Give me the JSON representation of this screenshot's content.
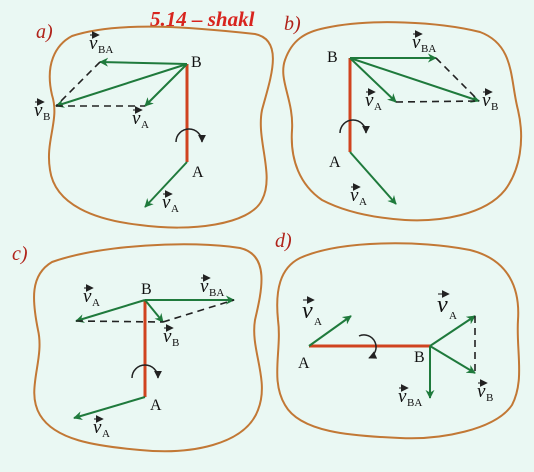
{
  "title": "5.14 – shakl",
  "panels": [
    {
      "key": "a",
      "label": "a)",
      "points": [
        "A",
        "B"
      ],
      "vectors": [
        {
          "name": "vBA",
          "sym": "v",
          "sub": "BA"
        },
        {
          "name": "vB",
          "sym": "v",
          "sub": "B"
        },
        {
          "name": "vA-at-B",
          "sym": "v",
          "sub": "A"
        },
        {
          "name": "vA",
          "sym": "v",
          "sub": "A"
        }
      ]
    },
    {
      "key": "b",
      "label": "b)",
      "points": [
        "A",
        "B"
      ],
      "vectors": [
        {
          "name": "vBA",
          "sym": "v",
          "sub": "BA"
        },
        {
          "name": "vA-at-B",
          "sym": "v",
          "sub": "A"
        },
        {
          "name": "vB",
          "sym": "v",
          "sub": "B"
        },
        {
          "name": "vA",
          "sym": "v",
          "sub": "A"
        }
      ]
    },
    {
      "key": "c",
      "label": "c)",
      "points": [
        "A",
        "B"
      ],
      "vectors": [
        {
          "name": "vA-at-B",
          "sym": "v",
          "sub": "A"
        },
        {
          "name": "vBA",
          "sym": "v",
          "sub": "BA"
        },
        {
          "name": "vB",
          "sym": "v",
          "sub": "B"
        },
        {
          "name": "vA",
          "sym": "v",
          "sub": "A"
        }
      ]
    },
    {
      "key": "d",
      "label": "d)",
      "points": [
        "A",
        "B"
      ],
      "vectors": [
        {
          "name": "vA",
          "sym": "v",
          "sub": "A"
        },
        {
          "name": "vA-at-B",
          "sym": "v",
          "sub": "A"
        },
        {
          "name": "vBA",
          "sym": "v",
          "sub": "BA"
        },
        {
          "name": "vB",
          "sym": "v",
          "sub": "B"
        }
      ]
    }
  ],
  "colors": {
    "background": "#eaf8f3",
    "contour": "#c27835",
    "rod": "#d0431f",
    "vector": "#1f7a3c",
    "title": "#d8241e",
    "panel_label": "#b0231a"
  }
}
